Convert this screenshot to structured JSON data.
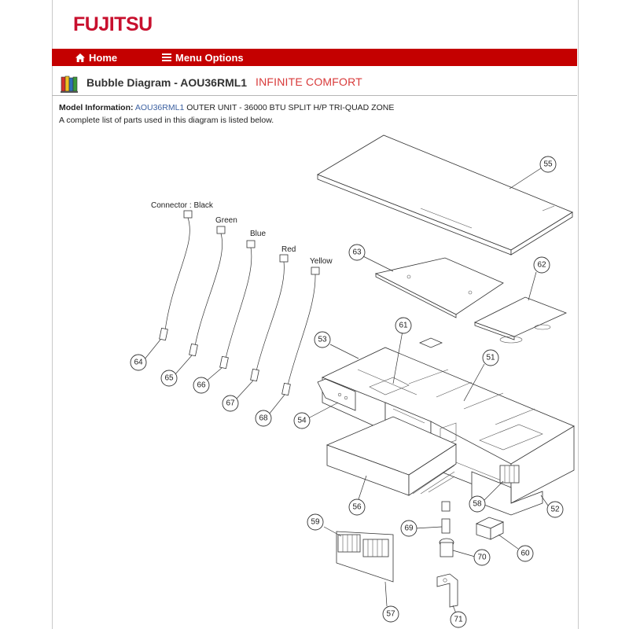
{
  "brand": {
    "logo_text": "FUJITSU",
    "brand_color": "#c8102e",
    "dot_color": "#f2a900"
  },
  "nav": {
    "bar_color": "#c40000",
    "home": {
      "label": "Home",
      "icon": "home-icon"
    },
    "menu": {
      "label": "Menu Options",
      "icon": "menu-icon"
    }
  },
  "page": {
    "title": "Bubble Diagram - AOU36RML1",
    "title_accent": "INFINITE COMFORT",
    "accent_color": "#d83a3a"
  },
  "model": {
    "label": "Model Information:",
    "model_number": "AOU36RML1",
    "description": "OUTER UNIT - 36000 BTU SPLIT H/P TRI-QUAD ZONE",
    "parts_note": "A complete list of parts used in this diagram is listed below."
  },
  "diagram": {
    "wire_labels": {
      "black": "Connector : Black",
      "green": "Green",
      "blue": "Blue",
      "red": "Red",
      "yellow": "Yellow"
    },
    "bubbles": {
      "b51": "51",
      "b52": "52",
      "b53": "53",
      "b54": "54",
      "b55": "55",
      "b56": "56",
      "b57": "57",
      "b58": "58",
      "b59": "59",
      "b60": "60",
      "b61": "61",
      "b62": "62",
      "b63": "63",
      "b64": "64",
      "b65": "65",
      "b66": "66",
      "b67": "67",
      "b68": "68",
      "b69": "69",
      "b70": "70",
      "b71": "71"
    }
  }
}
